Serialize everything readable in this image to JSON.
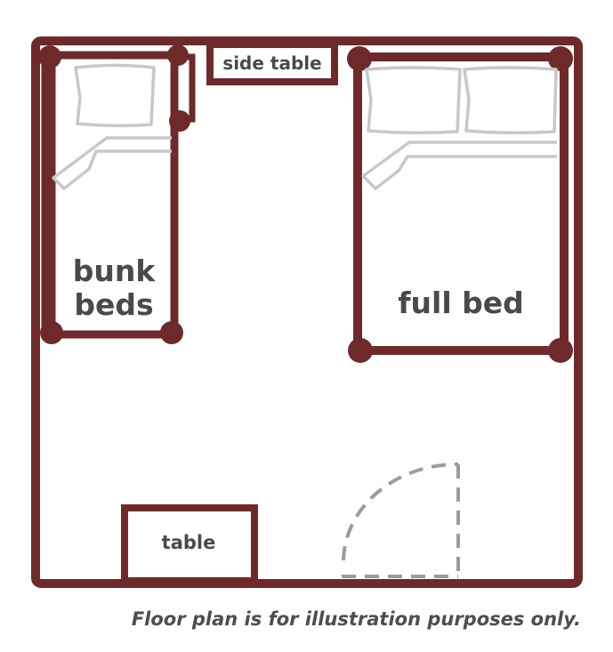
{
  "labels": {
    "side_table": "side table",
    "bunk_line1": "bunk",
    "bunk_line2": "beds",
    "full_bed": "full bed",
    "table": "table"
  },
  "caption": "Floor plan is for illustration purposes only.",
  "colors": {
    "wall": "#6e2a2a",
    "bedding": "#c8c8c8",
    "door": "#9b9b9b",
    "label": "#4a4a4a"
  }
}
